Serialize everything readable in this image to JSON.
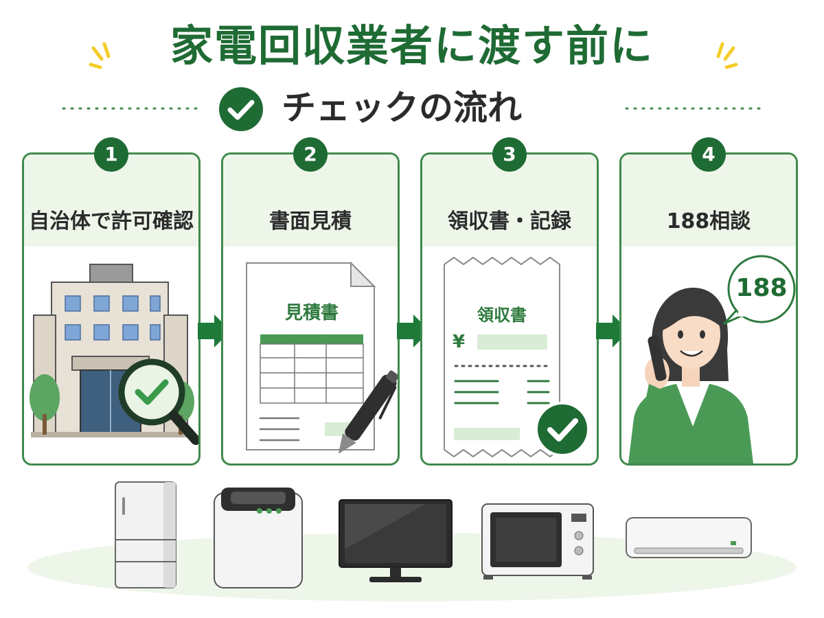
{
  "title": "家電回収業者に渡す前に",
  "subtitle": "チェックの流れ",
  "steps": [
    {
      "number": "1",
      "label": "自治体で許可確認"
    },
    {
      "number": "2",
      "label": "書面見積",
      "doc_title": "見積書"
    },
    {
      "number": "3",
      "label": "領収書・記録",
      "doc_title": "領収書",
      "currency": "¥"
    },
    {
      "number": "4",
      "label": "188相談",
      "bubble": "188"
    }
  ],
  "colors": {
    "primary_green": "#1f6b34",
    "border_green": "#3f8a4d",
    "light_green": "#eef6ea",
    "accent_yellow": "#f4cc2a"
  },
  "icons": [
    "check-icon",
    "building-icon",
    "magnifier-icon",
    "document-icon",
    "pen-icon",
    "receipt-icon",
    "phone-person-icon",
    "arrow-right-icon"
  ],
  "appliances": [
    "refrigerator",
    "washing-machine",
    "television",
    "microwave",
    "air-conditioner"
  ]
}
